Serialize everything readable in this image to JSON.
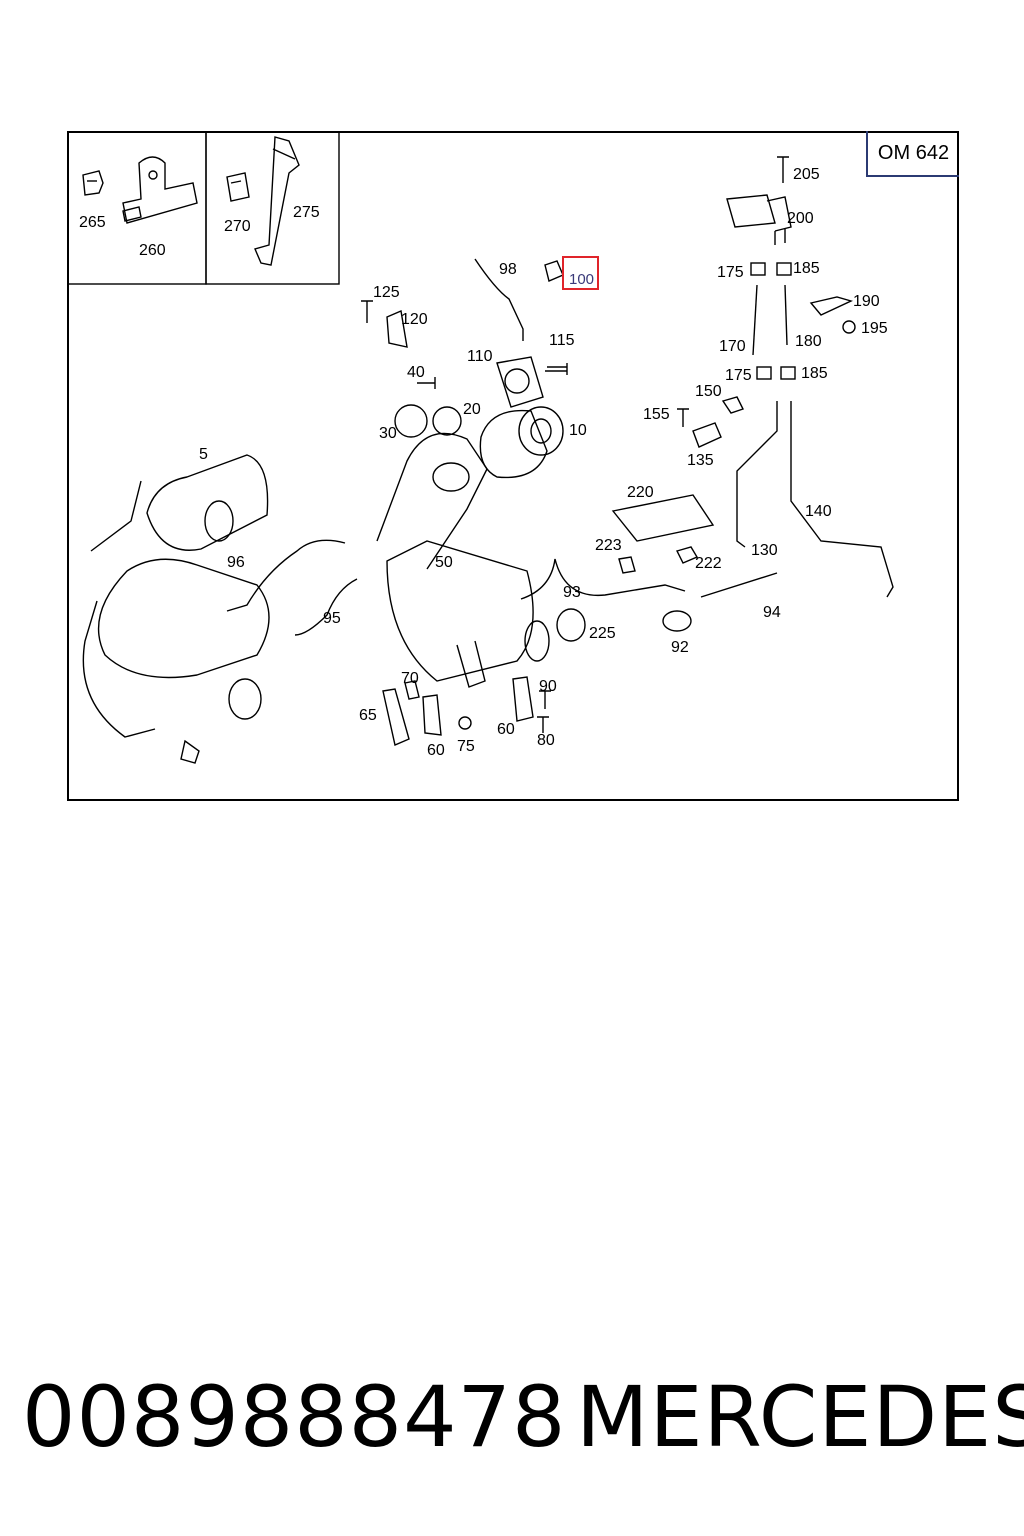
{
  "engine_code": "OM 642",
  "footer": {
    "part_number": "0089888478",
    "brand": "MERCEDES"
  },
  "highlight_color": "#e0242a",
  "callouts": {
    "c5": "5",
    "c10": "10",
    "c20": "20",
    "c30": "30",
    "c40": "40",
    "c50": "50",
    "c60a": "60",
    "c60b": "60",
    "c65": "65",
    "c70": "70",
    "c75": "75",
    "c80": "80",
    "c90": "90",
    "c92": "92",
    "c93": "93",
    "c94": "94",
    "c95": "95",
    "c96": "96",
    "c98": "98",
    "c100": "100",
    "c110": "110",
    "c115": "115",
    "c120": "120",
    "c125": "125",
    "c130": "130",
    "c135": "135",
    "c140": "140",
    "c150": "150",
    "c155": "155",
    "c170": "170",
    "c175a": "175",
    "c175b": "175",
    "c180": "180",
    "c185a": "185",
    "c185b": "185",
    "c190": "190",
    "c195": "195",
    "c200": "200",
    "c205": "205",
    "c220": "220",
    "c222": "222",
    "c223": "223",
    "c225": "225",
    "c260": "260",
    "c265": "265",
    "c270": "270",
    "c275": "275"
  }
}
